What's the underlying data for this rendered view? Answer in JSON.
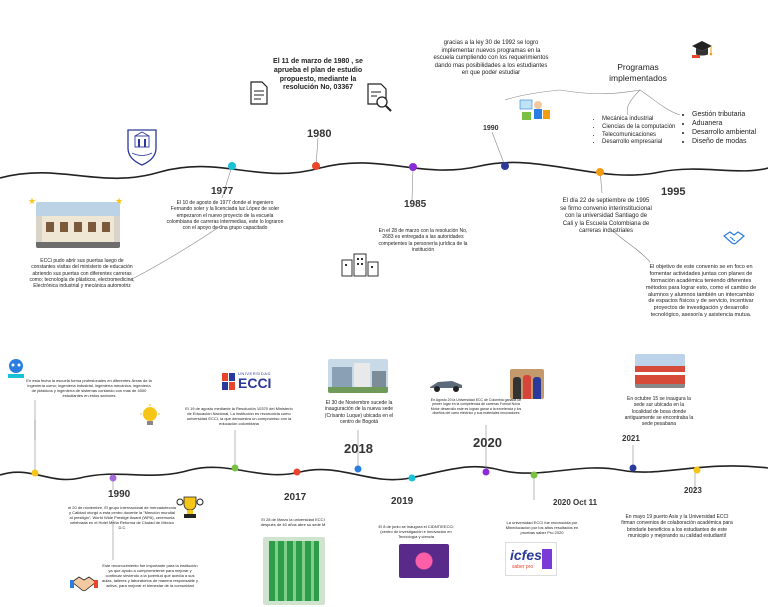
{
  "timeline_top": {
    "e1977": {
      "year": "1977",
      "text": "El 10 de agosto de 1977 donde el ingeniero Fernando soler y la licenciada luz López de soler empezaron el nuevo proyecto de la escuela colombiana de carreras intermedias, este lo lograron con el apoyo de una grupo capacitado"
    },
    "e1977b": {
      "text": "ECCi pudo abrir sus puertas luego de constantes visitas del ministerio de educación abriendo sus puertas con diferentes carreras como; tecnología de plásticos, electromedicina, Electrónica industrial y mecánica automotriz"
    },
    "e1980": {
      "year": "1980",
      "text": "El 11 de marzo de 1980 , se aprueba el plan de estudio propuesto, mediante la resolución No, 03367"
    },
    "e1985": {
      "year": "1985",
      "text": "En el 28 de marzo con la resolución No, 2683 es entregada a las autoridades competentes la personería jurídica de la institución"
    },
    "e1990": {
      "year": "1990",
      "text": "gracias a la ley 30 de 1992 se logro implementar nuevos programas en la escuela cumpliendo con los requerimientos dando mas posibilidades a los estudiantes en que poder estudiar"
    },
    "programs": {
      "title": "Programas implementados",
      "list_a": [
        "Mecánica industrial",
        "Ciencias de la computación",
        "Telecomunicaciones",
        "Desarrollo empresarial"
      ],
      "list_b": [
        "Gestión tributaria",
        "Aduanera",
        "Desarrollo ambiental",
        "Diseño de modas"
      ]
    },
    "e1995": {
      "year": "1995",
      "text": "El día 22 de septiembre de 1995 se firmo convenio interinstitucional con la universidad Santiago de Cali y la Escuela Colombiana de carreras industriales"
    },
    "e1995b": {
      "text": "El objetivo de este convenio se en foco en fomentar actividades juntas con planes de formación académica teniendo diferentes métodos para lograr esto, como el cambio de alumnos y alumnos también un intercambio de espacios físicos y de servicio, incentivar proyectos de investigación y desarrollo tecnológico, asesoría y asistencia mutua."
    }
  },
  "timeline_bottom": {
    "e1990": {
      "year": "1990",
      "text": "el 20 de noviembre, El grupo internacional de mercadotecnia y Calidad otorgó a esta centro docente la \"Mención mundial al prestigio\", World Wide Prestige Award (WPA), ceremonia celebrada en el Hotel Melía Reforma de Ciudad de México D.C"
    },
    "e1990b": {
      "text": "Este reconocimiento fue importante para la institución ya que ayudo a comprometerse para mejorar y continuar sirviendo a la juventud que acedía a sus aulas, talleres y laboratorios de manera responsable y activa, para mejorar el bienestar de la comunidad"
    },
    "eTop": {
      "text": "En esta fecha la escuela forma profesionales en diferentes Áreas de la ingeniería como; ingeniería industrial, ingeniería mecánica, ingeniería de plásticos y ingeniería de sistemas contando con mas de 4000 estudiantes en estos sectores"
    },
    "eECCI": {
      "logo_small": "UNIVERSIDAD",
      "logo_big": "ECCI",
      "text": "El 19 de agosto mediante la Resolución 10370 del Ministerio de Educación Nacional, La institución es reconocida como universidad ECCI, la que demuestra un compromiso con la educación colombiana"
    },
    "e2017": {
      "year": "2017",
      "text": "El 28 de Marzo la universidad ECCI después de 40 años abre su sede M"
    },
    "e2018": {
      "year": "2018",
      "text": "El 30 de Noviembre sucede la inauguración de la nueva sede (Crisanto Luque) ubicada en el centro de Bogotá"
    },
    "e2019": {
      "year": "2019",
      "text": "El 8 de junio se inaugura el CIDNTIEECCI (centro de investigación e innovación en Tecnología y ciencia"
    },
    "e2020": {
      "year": "2020",
      "text": "En Agosto 20 la Universidad ECC de Colombia ganaba un primer lugar en la competencia de carreras Formal Nova Motor desarrollo este es logran ganar a la excelencia y los diseños del carro eléctrico y sus materiales innovadores"
    },
    "e2020b": {
      "year": "2020 Oct 11",
      "text": "La universidad ECCI fue reconocida por Mineducacion por los altos resultados en pruebas saber Pro 2020"
    },
    "e2021": {
      "year": "2021",
      "text": "En octubre 15 se inaugura la sede sur ubicada en la localidad de bosa donde antiguamente se encontraba la sede pesabana"
    },
    "e2023": {
      "year": "2023",
      "text": "En mayo 19 puerto Asis y la Universidad ECCI firman convenios de colaboración académica para brindarle beneficios a los estudiantes de este municipio y mejorando su calidad estudiantil"
    },
    "icfes": {
      "brand": "icfes",
      "sub": "saber pro"
    }
  },
  "colors": {
    "cyan": "#18c1d6",
    "red": "#e8452c",
    "purple": "#8a2bd8",
    "navy": "#2b3a9a",
    "orange": "#f39c12",
    "blue": "#2a7de1",
    "green": "#7bc043",
    "yellow": "#f5c518",
    "lilac": "#a56cd8"
  }
}
